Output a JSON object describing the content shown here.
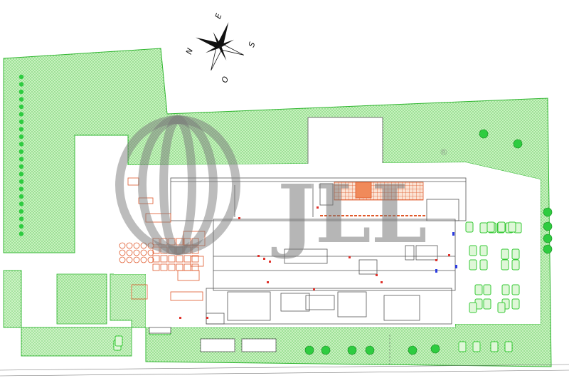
{
  "compass": {
    "north": "N",
    "east": "E",
    "south": "S",
    "west": "O"
  },
  "watermark": {
    "text": "JLL",
    "registered": "®"
  },
  "colors": {
    "green_area": "#c9f2c0",
    "green_outline": "#2fb52f",
    "tree": "#2ecc40",
    "parking": "#34c934",
    "building_line": "#555555",
    "machinery": "#e0592b",
    "watermark": "#7a7a7a"
  }
}
